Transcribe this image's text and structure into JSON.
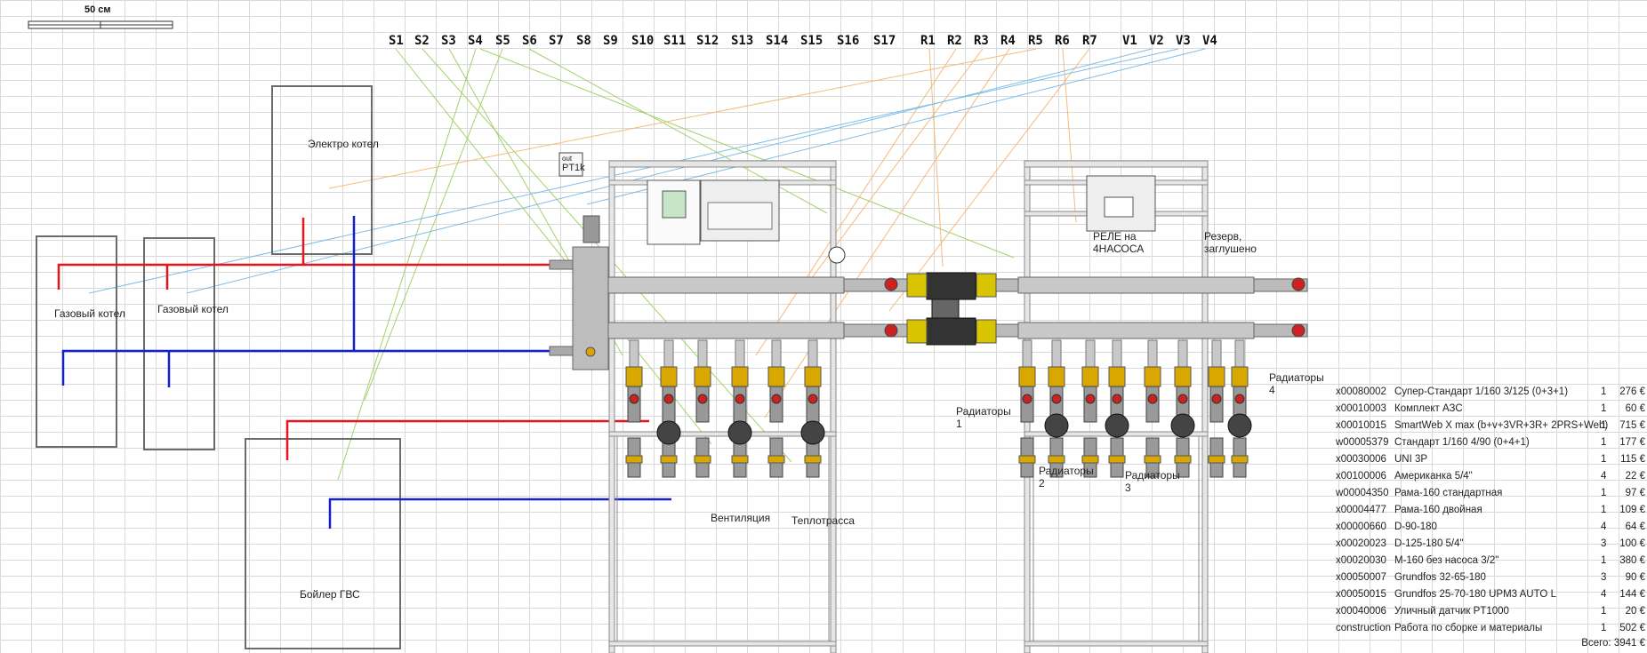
{
  "scale_label": "50 см",
  "signals": [
    "S1",
    "S2",
    "S3",
    "S4",
    "S5",
    "S6",
    "S7",
    "S8",
    "S9",
    "S10",
    "S11",
    "S12",
    "S13",
    "S14",
    "S15",
    "S16",
    "S17",
    "R1",
    "R2",
    "R3",
    "R4",
    "R5",
    "R6",
    "R7",
    "V1",
    "V2",
    "V3",
    "V4"
  ],
  "boxes": {
    "electro_boiler": "Электро\nкотел",
    "gas_boiler_1": "Газовый\nкотел",
    "gas_boiler_2": "Газовый\nкотел",
    "dhw_boiler": "Бойлер\nГВС"
  },
  "sensor_label": "PT1k",
  "sensor_tag": "out",
  "labels": {
    "relay": "РЕЛЕ на\n4НАСОСА",
    "reserve": "Резерв,\nзаглушено",
    "radiators_1": "Радиаторы\n1",
    "radiators_2": "Радиаторы\n2",
    "radiators_3": "Радиаторы\n3",
    "radiators_4": "Радиаторы\n4",
    "ventilation": "Вентиляция",
    "heating_main": "Теплотрасса"
  },
  "bom": [
    {
      "code": "x00080002",
      "name": "Супер-Стандарт 1/160 3/125 (0+3+1)",
      "qty": "1",
      "price": "276 €"
    },
    {
      "code": "x00010003",
      "name": "Комплект АЗС",
      "qty": "1",
      "price": "60 €"
    },
    {
      "code": "x00010015",
      "name": "SmartWeb X max (b+v+3VR+3R+ 2PRS+Web)",
      "qty": "1",
      "price": "715 €"
    },
    {
      "code": "w00005379",
      "name": "Стандарт 1/160 4/90 (0+4+1)",
      "qty": "1",
      "price": "177 €"
    },
    {
      "code": "x00030006",
      "name": "UNI 3P",
      "qty": "1",
      "price": "115 €"
    },
    {
      "code": "x00100006",
      "name": "Американка 5/4\"",
      "qty": "4",
      "price": "22 €"
    },
    {
      "code": "w00004350",
      "name": "Рама-160 стандартная",
      "qty": "1",
      "price": "97 €"
    },
    {
      "code": "x00004477",
      "name": "Рама-160 двойная",
      "qty": "1",
      "price": "109 €"
    },
    {
      "code": "x00000660",
      "name": "D-90-180",
      "qty": "4",
      "price": "64 €"
    },
    {
      "code": "x00020023",
      "name": "D-125-180 5/4\"",
      "qty": "3",
      "price": "100 €"
    },
    {
      "code": "x00020030",
      "name": "M-160 без насоса 3/2\"",
      "qty": "1",
      "price": "380 €"
    },
    {
      "code": "x00050007",
      "name": "Grundfos 32-65-180",
      "qty": "3",
      "price": "90 €"
    },
    {
      "code": "x00050015",
      "name": "Grundfos 25-70-180 UPM3 AUTO L",
      "qty": "4",
      "price": "144 €"
    },
    {
      "code": "x00040006",
      "name": "Уличный датчик PT1000",
      "qty": "1",
      "price": "20 €"
    },
    {
      "code": "construction",
      "name": "Работа по сборке и материалы",
      "qty": "1",
      "price": "502 €"
    }
  ],
  "total": "Всего: 3941 €",
  "colors": {
    "hot": "#e8141b",
    "cold": "#1420c8",
    "frame": "#9a9a9a",
    "green": "#9acd5c",
    "orange": "#f5b26b",
    "blue": "#6fb6e8",
    "outline": "#6b6b6b"
  }
}
